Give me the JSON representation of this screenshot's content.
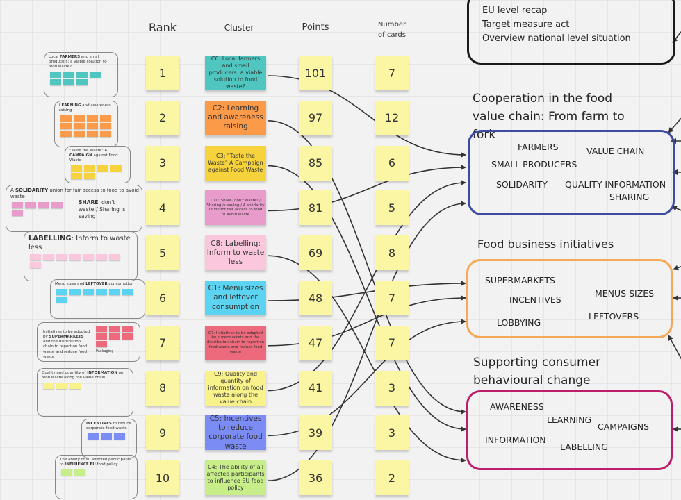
{
  "headers": {
    "rank": "Rank",
    "cluster": "Cluster",
    "points": "Points",
    "cards_line1": "Number",
    "cards_line2": "of cards"
  },
  "rows": [
    {
      "rank": "1",
      "cluster": "C6: Local farmers and small producers: a viable solution to food waste?",
      "points": "101",
      "cards": "7",
      "color": "#4fc7c0",
      "size": "",
      "target": "blue-0"
    },
    {
      "rank": "2",
      "cluster": "C2: Learning and awareness raising",
      "points": "97",
      "cards": "12",
      "color": "#fb9b4a",
      "size": "big",
      "target": "mag-0"
    },
    {
      "rank": "3",
      "cluster": "C3: \"Taste the Waste\" A Campaign against Food Waste",
      "points": "85",
      "cards": "6",
      "color": "#f6d33c",
      "size": "",
      "target": "mag-1"
    },
    {
      "rank": "4",
      "cluster": "C10: Share, don't waste! / Sharing is saving / A solidarity union for fair access to food to avoid waste",
      "points": "81",
      "cards": "5",
      "color": "#e79ccb",
      "size": "small",
      "target": "blue-1"
    },
    {
      "rank": "5",
      "cluster": "C8: Labelling: Inform to waste less",
      "points": "69",
      "cards": "8",
      "color": "#fbc7dc",
      "size": "big",
      "target": "mag-2"
    },
    {
      "rank": "6",
      "cluster": "C1: Menu sizes and leftover consumption",
      "points": "48",
      "cards": "7",
      "color": "#5cd3f0",
      "size": "big",
      "target": "org-0"
    },
    {
      "rank": "7",
      "cluster": "C7: Initiatives to be adopted by supermarkets and the distribution chain to report on food waste and reduce food waste",
      "points": "47",
      "cards": "7",
      "color": "#ec6a7b",
      "size": "small",
      "target": "org-1"
    },
    {
      "rank": "8",
      "cluster": "C9: Quality and quantity of information on food waste along the value chain",
      "points": "41",
      "cards": "3",
      "color": "#f9f28a",
      "size": "",
      "target": "blue-2"
    },
    {
      "rank": "9",
      "cluster": "C5: Incentives to reduce corporate food waste",
      "points": "39",
      "cards": "3",
      "color": "#7c8cf5",
      "size": "big",
      "target": "org-2"
    },
    {
      "rank": "10",
      "cluster": "C4: The ability of all affected participants to influence EU food policy",
      "points": "36",
      "cards": "2",
      "color": "#c8ee8a",
      "size": "",
      "target": "blue-3"
    }
  ],
  "thumbnails": [
    {
      "pre": "Local ",
      "bold": "FARMERS",
      "post": " and small producers: a viable solution to food waste?",
      "color": "#4fc7c0",
      "notes": 7
    },
    {
      "pre": "",
      "bold": "LEARNING",
      "post": " and awareness raising",
      "color": "#fb9b4a",
      "notes": 12
    },
    {
      "pre": "\"Taste the Waste\" A ",
      "bold": "CAMPAIGN",
      "post": " against Food Waste",
      "color": "#f6d33c",
      "notes": 6
    },
    {
      "pre": "A ",
      "bold": "SOLIDARITY",
      "post": " union for fair access to food to avoid waste",
      "color": "#e79ccb",
      "notes": 5,
      "extra_bold": "SHARE",
      "extra_post": ", don't waste!/ Sharing is saving"
    },
    {
      "pre": "",
      "bold": "LABELLING",
      "post": ": Inform to waste less",
      "color": "#fbc7dc",
      "notes": 8
    },
    {
      "pre": "Menu sizes and ",
      "bold": "LEFTOVER",
      "post": " consumption",
      "color": "#5cd3f0",
      "notes": 7
    },
    {
      "pre": "Initiatives to be adopted by ",
      "bold": "SUPERMARKETS",
      "post": " and the distribution chain to report on food waste and reduce food waste",
      "color": "#ec6a7b",
      "notes": 7,
      "extra_post": "Packaging"
    },
    {
      "pre": "Quality and quantity of ",
      "bold": "INFORMATION",
      "post": " on food waste along the value chain",
      "color": "#f9f28a",
      "notes": 3
    },
    {
      "pre": "",
      "bold": "INCENTIVES",
      "post": " to reduce corporate food waste",
      "color": "#7c8cf5",
      "notes": 3
    },
    {
      "pre": "The ability of all affected participants to ",
      "bold": "INFLUENCE EU",
      "post": " food policy",
      "color": "#c8ee8a",
      "notes": 2
    }
  ],
  "top_box": {
    "lines": [
      "EU level recap",
      "Target measure act",
      "Overview national level situation"
    ]
  },
  "groups": {
    "blue": {
      "title": "Cooperation in the food value chain: From farm to fork",
      "color": "#3d4ba3",
      "keywords": [
        "FARMERS",
        "VALUE CHAIN",
        "SMALL PRODUCERS",
        "SOLIDARITY",
        "QUALITY INFORMATION",
        "SHARING"
      ]
    },
    "orange": {
      "title": "Food business initiatives",
      "color": "#f3a85a",
      "keywords": [
        "SUPERMARKETS",
        "MENUS SIZES",
        "INCENTIVES",
        "LEFTOVERS",
        "LOBBYING"
      ]
    },
    "magenta": {
      "title": "Supporting consumer behavioural change",
      "color": "#bb1f6b",
      "keywords": [
        "AWARENESS",
        "LEARNING",
        "CAMPAIGNS",
        "INFORMATION",
        "LABELLING"
      ]
    }
  }
}
